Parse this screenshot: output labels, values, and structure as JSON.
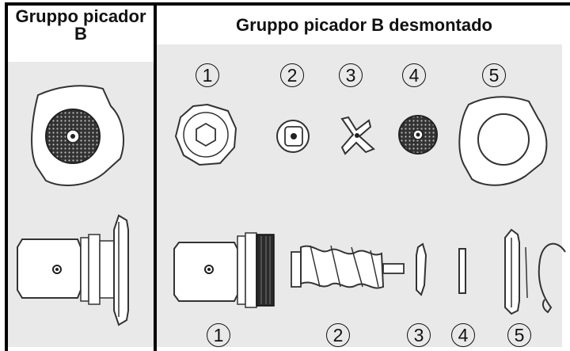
{
  "headers": {
    "left": "Gruppo picador B",
    "right": "Gruppo picador B desmontado"
  },
  "top_numbers": [
    "1",
    "2",
    "3",
    "4",
    "5"
  ],
  "bottom_numbers": [
    "1",
    "2",
    "3",
    "4",
    "5"
  ],
  "colors": {
    "background": "#e9e9e9",
    "lines": "#000000",
    "part_fill": "#ffffff",
    "part_stroke": "#333333",
    "dark_part": "#222222"
  }
}
